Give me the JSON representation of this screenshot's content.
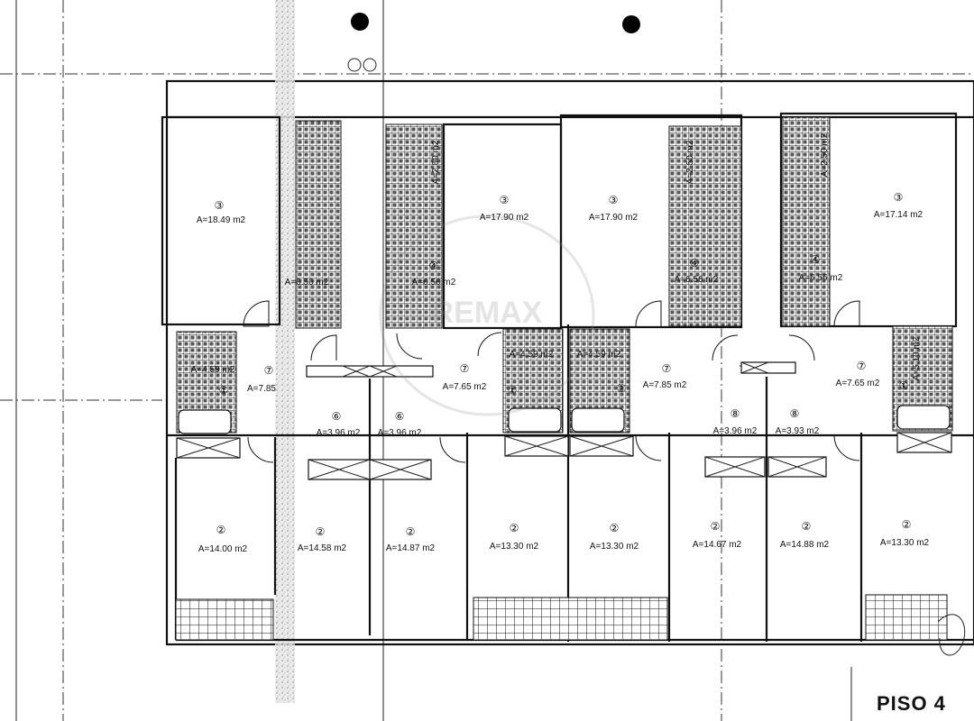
{
  "drawing": {
    "title": "PISO 4",
    "watermark": "REMAX"
  },
  "units": [
    {
      "id": "u1",
      "rooms": [
        {
          "no": "③",
          "area": "A=18.49 m2"
        },
        {
          "no": "④",
          "area": "A=6.56 m2"
        },
        {
          "no": "①",
          "area": "A=4.59 m2"
        },
        {
          "no": "⑦",
          "area": "A=7.85"
        },
        {
          "no": "②",
          "area": "A=14.00 m2"
        }
      ]
    },
    {
      "id": "u2",
      "rooms": [
        {
          "no": "⑥",
          "area": "A=3.96 m2"
        },
        {
          "no": "②",
          "area": "A=14.58 m2"
        }
      ]
    },
    {
      "id": "u3",
      "rooms": [
        {
          "no": "⑥",
          "area": "A=3.96 m2"
        },
        {
          "no": "②",
          "area": "A=14.87 m2"
        },
        {
          "no": "④",
          "area": "A=2.50 m2"
        },
        {
          "no": "④",
          "area": "A=6.56 m2"
        }
      ]
    },
    {
      "id": "u4",
      "rooms": [
        {
          "no": "③",
          "area": "A=17.90 m2"
        },
        {
          "no": "⑦",
          "area": "A=7.65 m2"
        },
        {
          "no": "①",
          "area": "A=4.59 m2"
        },
        {
          "no": "②",
          "area": "A=13.30 m2"
        }
      ]
    },
    {
      "id": "u5",
      "rooms": [
        {
          "no": "③",
          "area": "A=17.90 m2"
        },
        {
          "no": "①",
          "area": "A=4.59 m2"
        },
        {
          "no": "②",
          "area": "A=13.30 m2"
        },
        {
          "no": "⑦",
          "area": "A=7.85 m2"
        },
        {
          "no": "④",
          "area": "A=2.50 m2"
        },
        {
          "no": "④",
          "area": "A=6.56 m2"
        }
      ]
    },
    {
      "id": "u6",
      "rooms": [
        {
          "no": "⑧",
          "area": "A=3.96 m2"
        },
        {
          "no": "②",
          "area": "A=14.67 m2"
        }
      ]
    },
    {
      "id": "u7",
      "rooms": [
        {
          "no": "⑧",
          "area": "A=3.93 m2"
        },
        {
          "no": "②",
          "area": "A=14.88 m2"
        },
        {
          "no": "④",
          "area": "A=2.50 m2"
        },
        {
          "no": "④",
          "area": "A=6.56 m2"
        }
      ]
    },
    {
      "id": "u8",
      "rooms": [
        {
          "no": "③",
          "area": "A=17.14 m2"
        },
        {
          "no": "⑦",
          "area": "A=7.65 m2"
        },
        {
          "no": "①",
          "area": "A=5.10 m2"
        },
        {
          "no": "②",
          "area": "A=13.30 m2"
        }
      ]
    }
  ]
}
